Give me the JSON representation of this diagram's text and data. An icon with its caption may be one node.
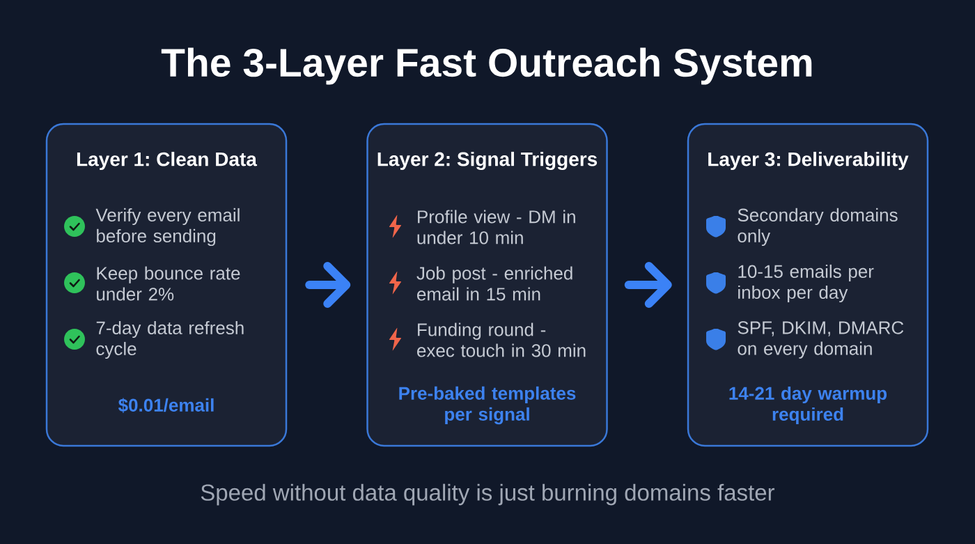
{
  "diagram": {
    "title": "The 3-Layer Fast Outreach System",
    "caption": "Speed without data quality is just burning domains faster",
    "nodes": [
      {
        "text": [
          "Layer 1: Clean Data",
          "Verify every email before sending",
          "Keep bounce rate under 2%",
          "7-day data refresh cycle",
          "$0.01/email"
        ]
      },
      {
        "text": [
          "Layer 2: Signal Triggers",
          "Profile view - DM in under 10 min",
          "Job post - enriched email in 15 min",
          "Funding round - exec touch in 30 min",
          "Pre-baked templates per signal"
        ]
      },
      {
        "text": [
          "Layer 3: Deliverability",
          "Secondary domains only",
          "10-15 emails per inbox per day",
          "SPF, DKIM, DMARC on every domain",
          "14-21 day warmup required"
        ]
      }
    ],
    "edges": [
      {
        "from": 0,
        "to": 1,
        "arrow": "to"
      },
      {
        "from": 1,
        "to": 2,
        "arrow": "to"
      }
    ]
  }
}
